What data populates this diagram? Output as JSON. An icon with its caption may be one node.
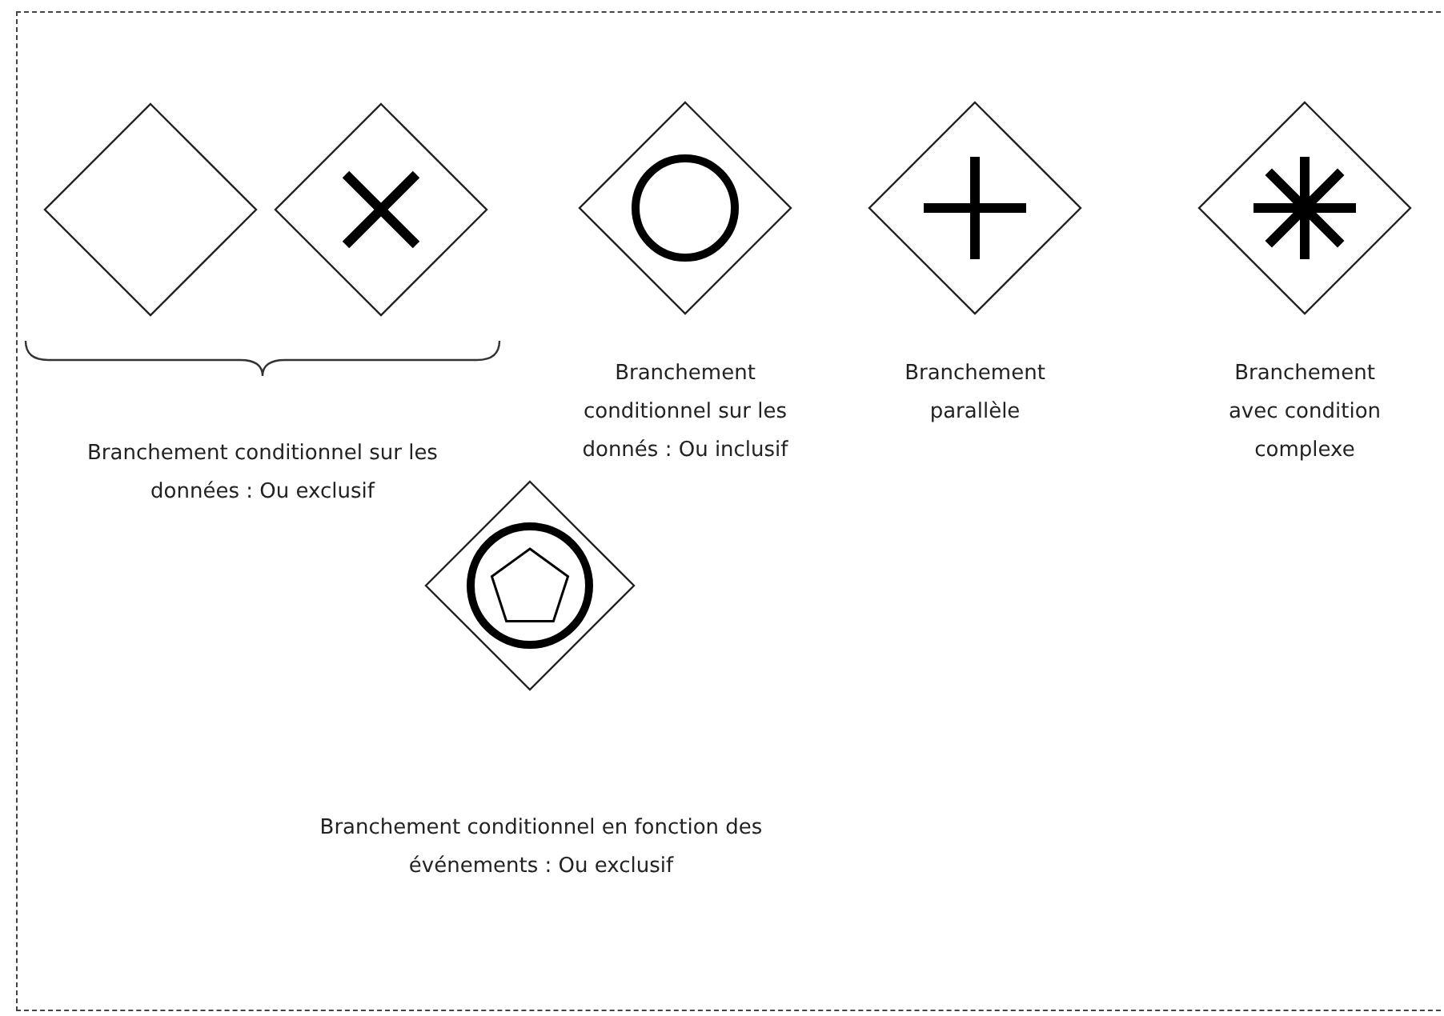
{
  "diagram": {
    "nodes": [
      {
        "text": [],
        "shape": "diamond"
      },
      {
        "text": [],
        "shape": "diamond"
      },
      {
        "text": [],
        "shape": "diamond"
      },
      {
        "text": [],
        "shape": "diamond",
        "beside": [
          "Branchement parallèle"
        ]
      },
      {
        "text": [],
        "shape": "diamond",
        "beside": [
          "Branchement avec condition complexe"
        ]
      },
      {
        "text": [],
        "shape": "diamond"
      }
    ],
    "labels": [
      "Branchement conditionnel sur les données : Ou exclusif",
      "Branchement conditionnel sur les donnés : Ou inclusif",
      "Branchement conditionnel en fonction des événements : Ou exclusif"
    ]
  }
}
